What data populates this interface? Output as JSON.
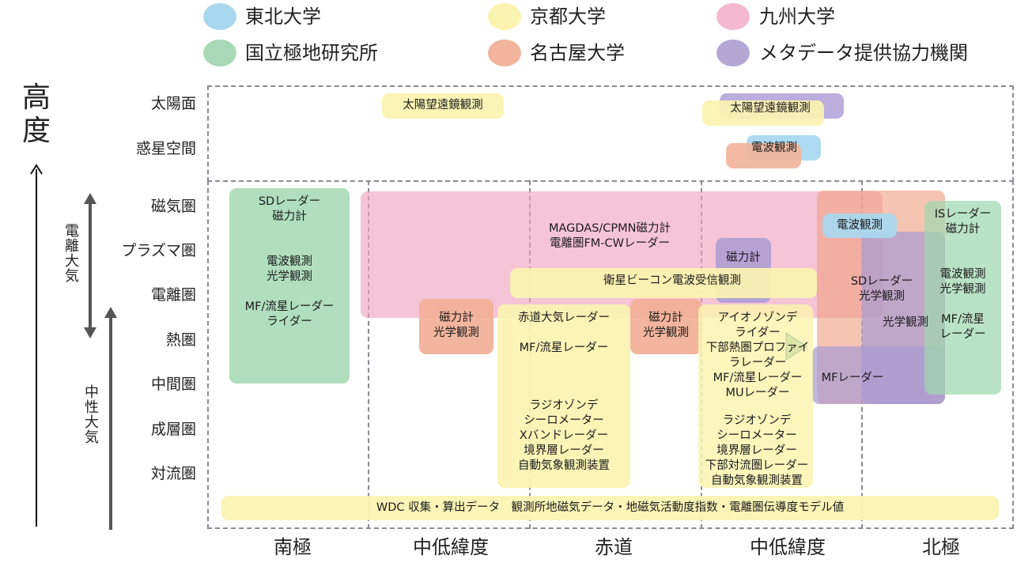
{
  "legend": [
    {
      "label": "東北大学",
      "color": "#a8d8f0"
    },
    {
      "label": "京都大学",
      "color": "#fbf3b0"
    },
    {
      "label": "九州大学",
      "color": "#f4b8cf"
    },
    {
      "label": "国立極地研究所",
      "color": "#a9d8b6"
    },
    {
      "label": "名古屋大学",
      "color": "#f2b49b"
    },
    {
      "label": "メタデータ提供協力機関",
      "color": "#b4a7d4"
    }
  ],
  "altitude_label": [
    "高",
    "度"
  ],
  "ionized_label": "電離大気",
  "neutral_label": "中性大気",
  "rows": [
    "太陽面",
    "惑星空間",
    "磁気圏",
    "プラズマ圏",
    "電離圏",
    "熱圏",
    "中間圏",
    "成層圏",
    "対流圏"
  ],
  "columns": [
    "南極",
    "中低緯度",
    "赤道",
    "中低緯度",
    "北極"
  ],
  "boxes": {
    "solar_kyoto_left": [
      "太陽望遠鏡観測"
    ],
    "solar_kyoto_right": [
      "太陽望遠鏡観測"
    ],
    "radio_tohoku": [
      "電波観測"
    ],
    "polar_nipr_south": [
      "SDレーダー",
      "磁力計",
      "",
      "",
      "電波観測",
      "光学観測",
      "",
      "MF/流星レーダー",
      "ライダー"
    ],
    "kyushu": [
      "MAGDAS/CPMN磁力計",
      "電離圏FM-CWレーダー"
    ],
    "meta_magnetometer": [
      "磁力計"
    ],
    "beacon": [
      "衛星ビーコン電波受信観測"
    ],
    "nagoya_mid_left": [
      "磁力計",
      "光学観測"
    ],
    "equator_upper": [
      "赤道大気レーダー",
      "",
      "MF/流星レーダー"
    ],
    "equator_lower": [
      "ラジオゾンデ",
      "シーロメーター",
      "Xバンドレーダー",
      "境界層レーダー",
      "自動気象観測装置"
    ],
    "nagoya_mid_right": [
      "磁力計",
      "光学観測"
    ],
    "mid_right_upper": [
      "アイオノゾンデ",
      "ライダー",
      "下部熱圏プロファイ",
      "ラレーダー",
      "MF/流星レーダー",
      "MUレーダー"
    ],
    "mid_right_lower": [
      "ラジオゾンデ",
      "シーロメーター",
      "境界層レーダー",
      "下部対流圏レーダー",
      "自動気象観測装置"
    ],
    "radio_north": [
      "電波観測"
    ],
    "sd_north": [
      "SDレーダー",
      "光学観測"
    ],
    "optical_meta": [
      "光学観測"
    ],
    "mf_meta": [
      "MFレーダー"
    ],
    "polar_nipr_north": [
      "ISレーダー",
      "磁力計",
      "",
      "",
      "電波観測",
      "光学観測",
      "",
      "MF/流星",
      "レーダー"
    ],
    "wdc": [
      "WDC 収集・算出データ　観測所地磁気データ・地磁気活動度指数・電離圏伝導度モデル値"
    ]
  }
}
